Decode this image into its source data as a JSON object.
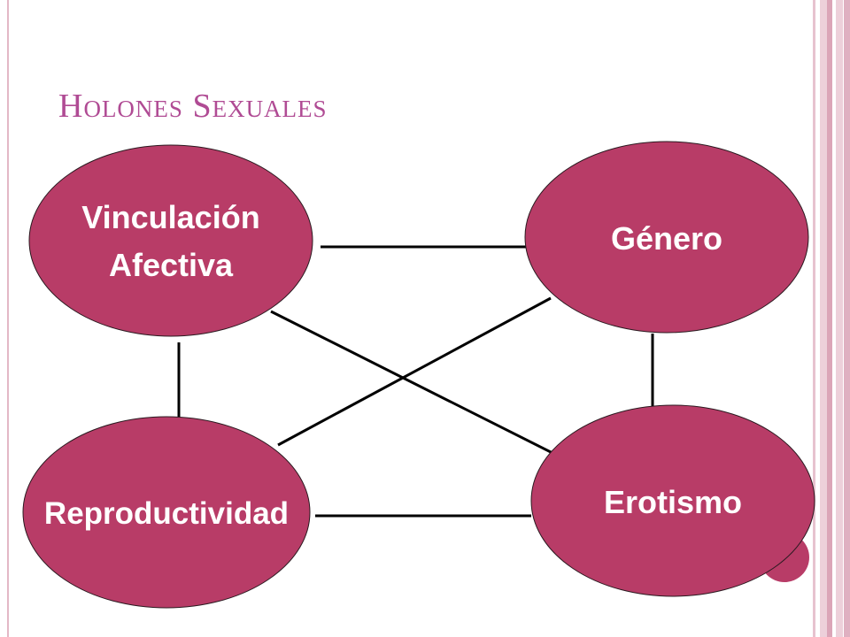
{
  "title": "Holones Sexuales",
  "colors": {
    "title": "#b04b94",
    "node_fill": "#b83c67",
    "node_stroke": "#2a1a20",
    "connector": "#000000",
    "label": "#ffffff"
  },
  "nodes": {
    "vinculacion": {
      "line1": "Vinculación",
      "line2": "Afectiva"
    },
    "genero": {
      "label": "Género"
    },
    "reproductividad": {
      "label": "Reproductividad"
    },
    "erotismo": {
      "label": "Erotismo"
    }
  }
}
